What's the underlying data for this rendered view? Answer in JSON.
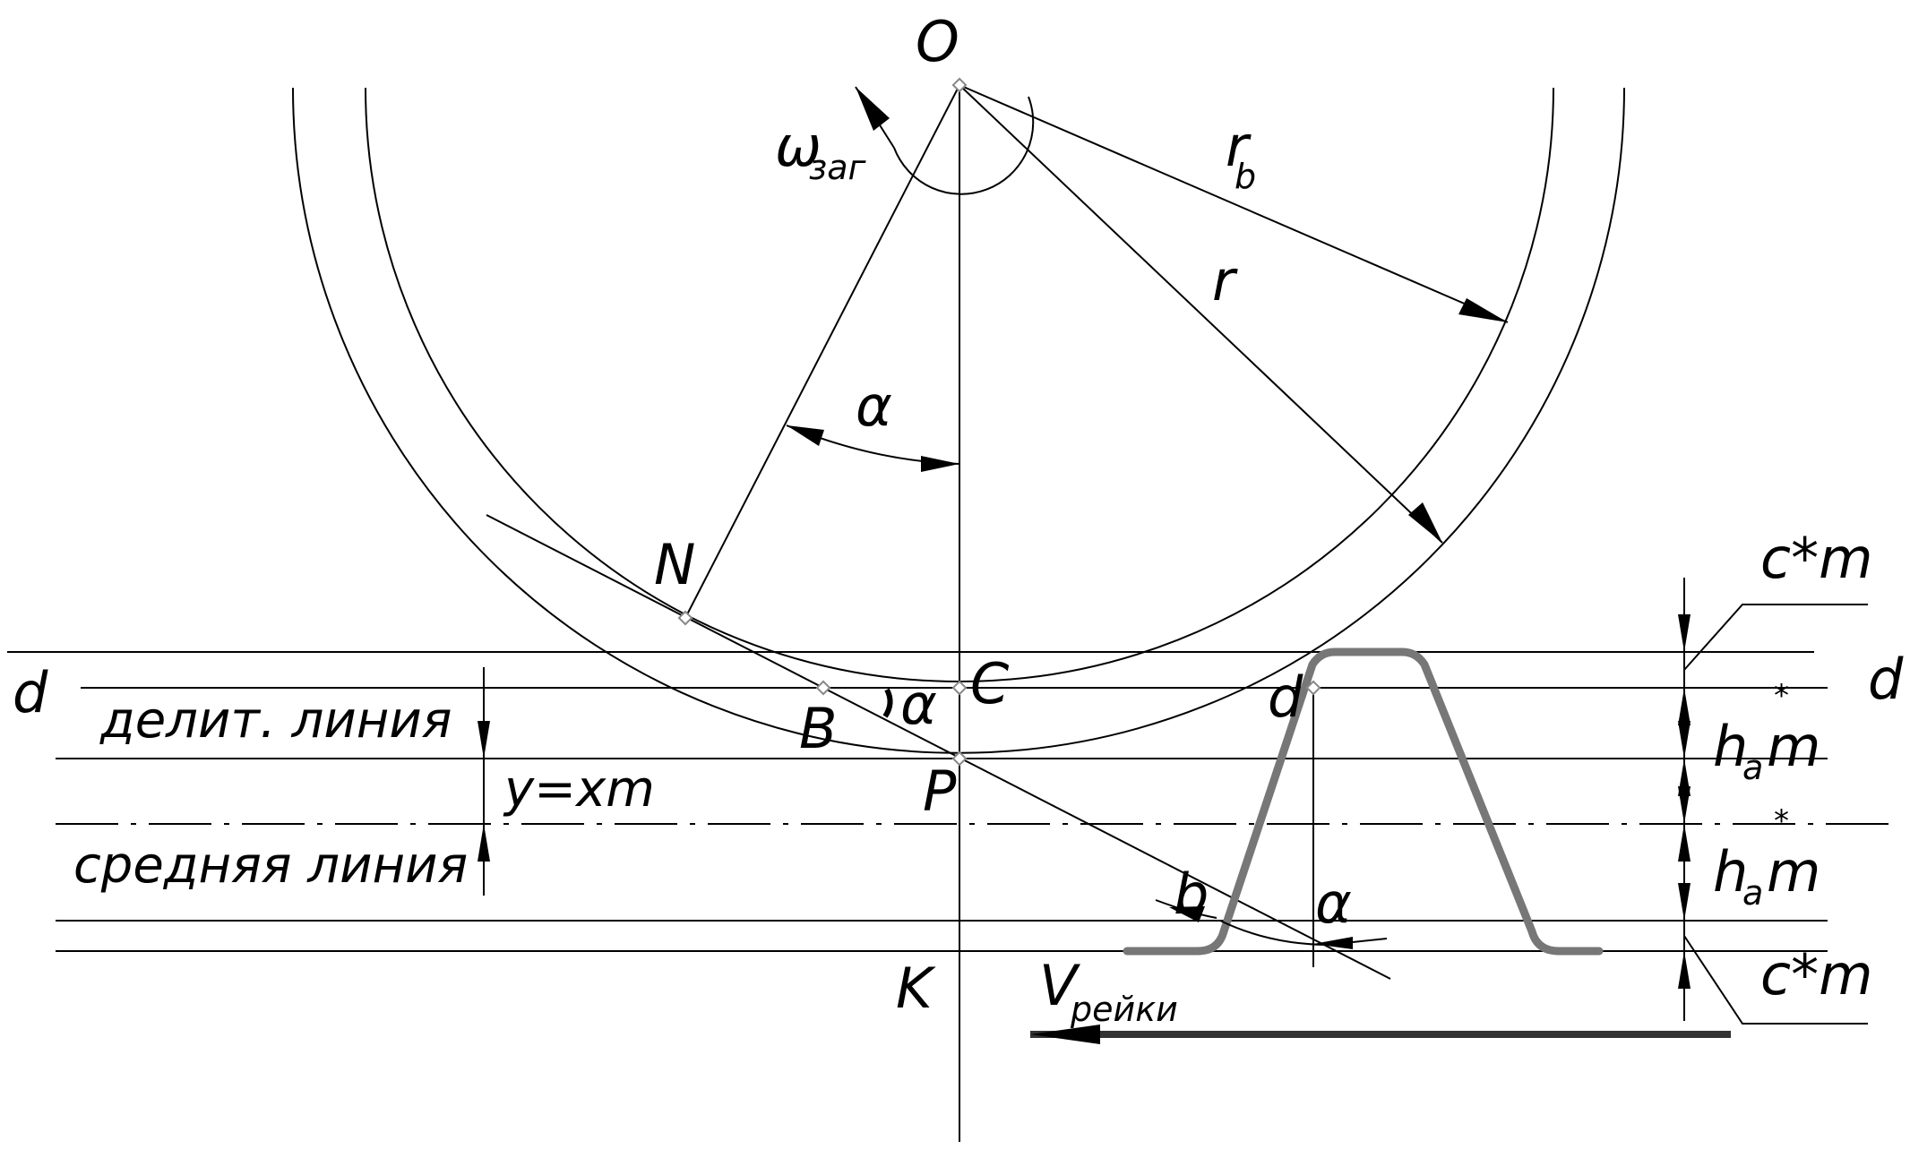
{
  "points": {
    "O": "O",
    "N": "N",
    "B": "B",
    "C": "C",
    "P": "P",
    "K": "K",
    "D_left": "d",
    "D_right": "d",
    "D_mid": "d",
    "b": "b"
  },
  "angles": {
    "alpha": "α",
    "omega": "ω",
    "omega_sub": "заг"
  },
  "radii": {
    "rb": "r",
    "rb_sub": "b",
    "r": "r"
  },
  "lines": {
    "pitch_line": "делит. линия",
    "mean_line": "средняя линия",
    "shift": "y=xm"
  },
  "dimensions": {
    "clearance_top": "c*m",
    "addendum_top_h": "h",
    "addendum_top_sub": "a",
    "addendum_top_star": "*",
    "addendum_top_m": "m",
    "addendum_bot_h": "h",
    "addendum_bot_sub": "a",
    "addendum_bot_star": "*",
    "addendum_bot_m": "m",
    "clearance_bottom": "c*m"
  },
  "velocity": {
    "V": "V",
    "V_sub": "рейки"
  }
}
